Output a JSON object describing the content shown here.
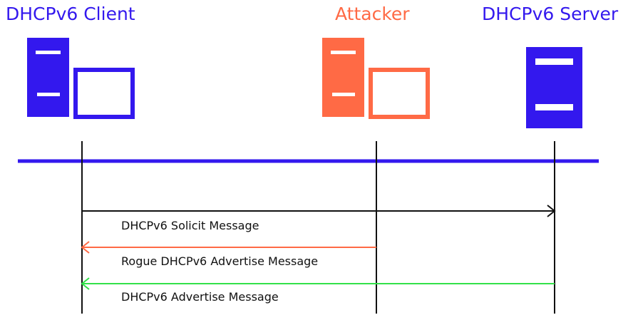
{
  "colors": {
    "blue": "#3318ee",
    "orange": "#ff6a45",
    "green": "#33e14a",
    "black": "#111111"
  },
  "participants": [
    {
      "label": "DHCPv6 Client",
      "color": "#3318ee",
      "icon": "client-computer-icon"
    },
    {
      "label": "Attacker",
      "color": "#ff6a45",
      "icon": "attacker-computer-icon"
    },
    {
      "label": "DHCPv6 Server",
      "color": "#3318ee",
      "icon": "server-icon"
    }
  ],
  "messages": [
    {
      "label": "DHCPv6 Solicit Message",
      "from": "DHCPv6 Client",
      "to": "DHCPv6 Server",
      "color": "#111111"
    },
    {
      "label": "Rogue DHCPv6 Advertise Message",
      "from": "Attacker",
      "to": "DHCPv6 Client",
      "color": "#ff6a45"
    },
    {
      "label": "DHCPv6 Advertise Message",
      "from": "DHCPv6 Server",
      "to": "DHCPv6 Client",
      "color": "#33e14a"
    }
  ]
}
